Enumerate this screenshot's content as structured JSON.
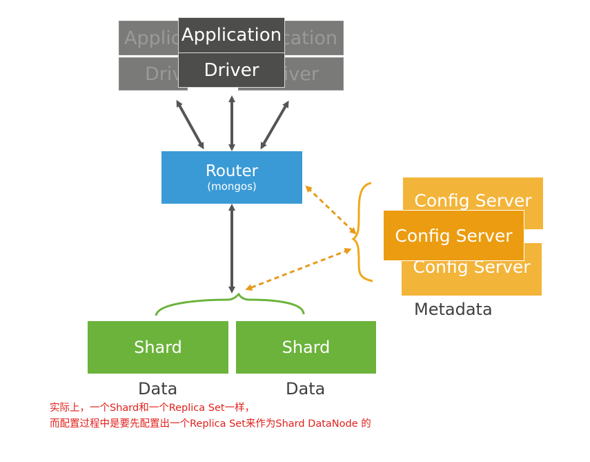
{
  "clients": {
    "app_label": "Application",
    "driver_label": "Driver",
    "ghost_left_app": "Applic",
    "ghost_left_driver": "Driv",
    "ghost_right_app": "ication",
    "ghost_right_driver": "river"
  },
  "router": {
    "label": "Router",
    "sublabel": "(mongos)"
  },
  "config": {
    "label": "Config Server",
    "group_label": "Metadata"
  },
  "shards": [
    {
      "label": "Shard",
      "data_label": "Data"
    },
    {
      "label": "Shard",
      "data_label": "Data"
    }
  ],
  "note": {
    "line1": "实际上，一个Shard和一个Replica Set一样，",
    "line2": "而配置过程中是要先配置出一个Replica Set来作为Shard DataNode 的"
  },
  "colors": {
    "app_gray": "#7a7a78",
    "app_dark": "#4d4d4b",
    "router_blue": "#3a9ad6",
    "config_orange": "#ec9c10",
    "config_light": "#f3b43a",
    "shard_green": "#6bb33b",
    "arrow_gray": "#555555",
    "note_red": "#e0201c"
  }
}
